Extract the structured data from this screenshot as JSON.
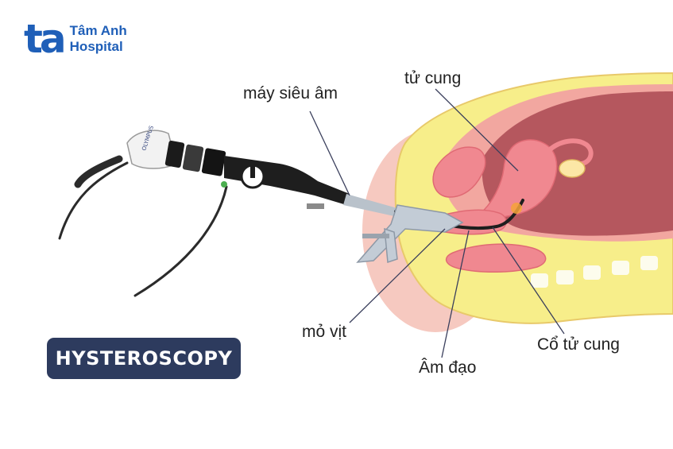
{
  "brand": {
    "mark": "ta",
    "line1": "Tâm Anh",
    "line2": "Hospital"
  },
  "labels": {
    "ultrasound": "máy siêu âm",
    "uterus": "tử cung",
    "speculum": "mỏ vịt",
    "cervix": "Cổ tử cung",
    "vagina": "Âm đạo"
  },
  "badge": "HYSTEROSCOPY",
  "scope_mark": "OLYMPUS",
  "colors": {
    "brand": "#1f5fb8",
    "badge_bg": "#2d3b5e",
    "yellow": "#f7ee8a",
    "skin": "#f6c9c0",
    "uterus": "#f08890",
    "cavity": "#b5575e"
  }
}
